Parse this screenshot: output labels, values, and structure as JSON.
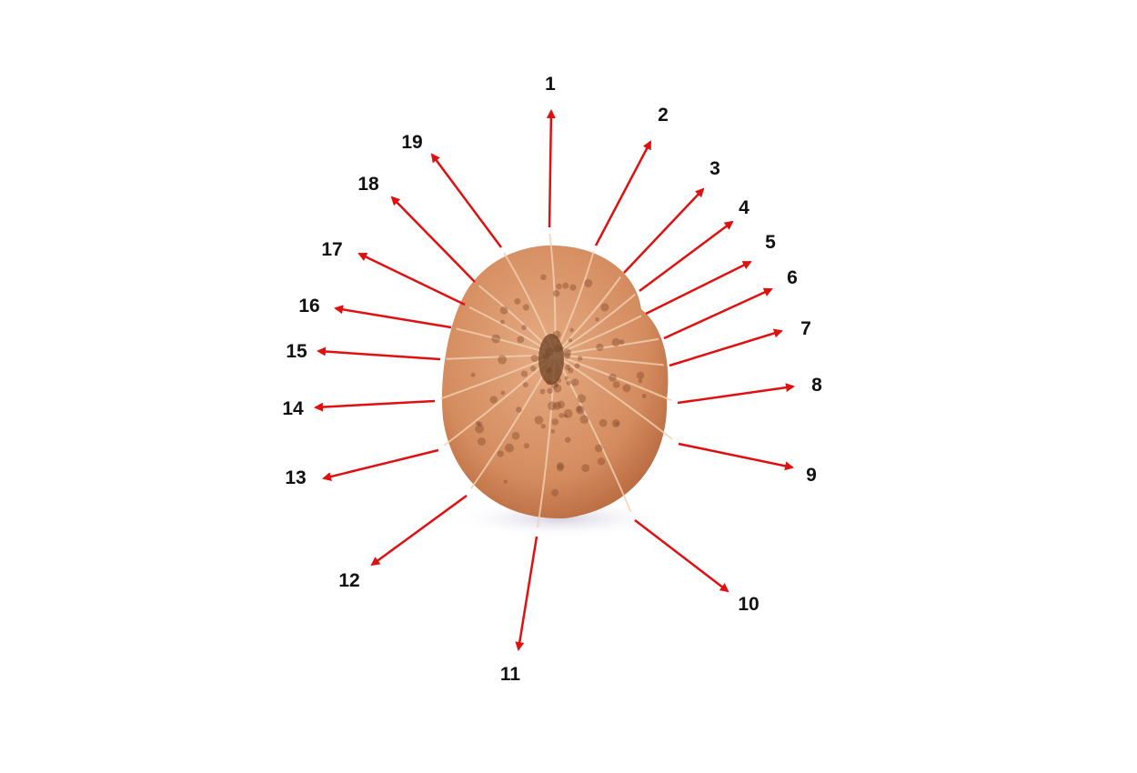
{
  "diagram": {
    "subject": "rudraksha-bead",
    "arrow_color": "#e01010",
    "bead_color": "#d9946a",
    "labels": [
      "1",
      "2",
      "3",
      "4",
      "5",
      "6",
      "7",
      "8",
      "9",
      "10",
      "11",
      "12",
      "13",
      "14",
      "15",
      "16",
      "17",
      "18",
      "19"
    ]
  }
}
